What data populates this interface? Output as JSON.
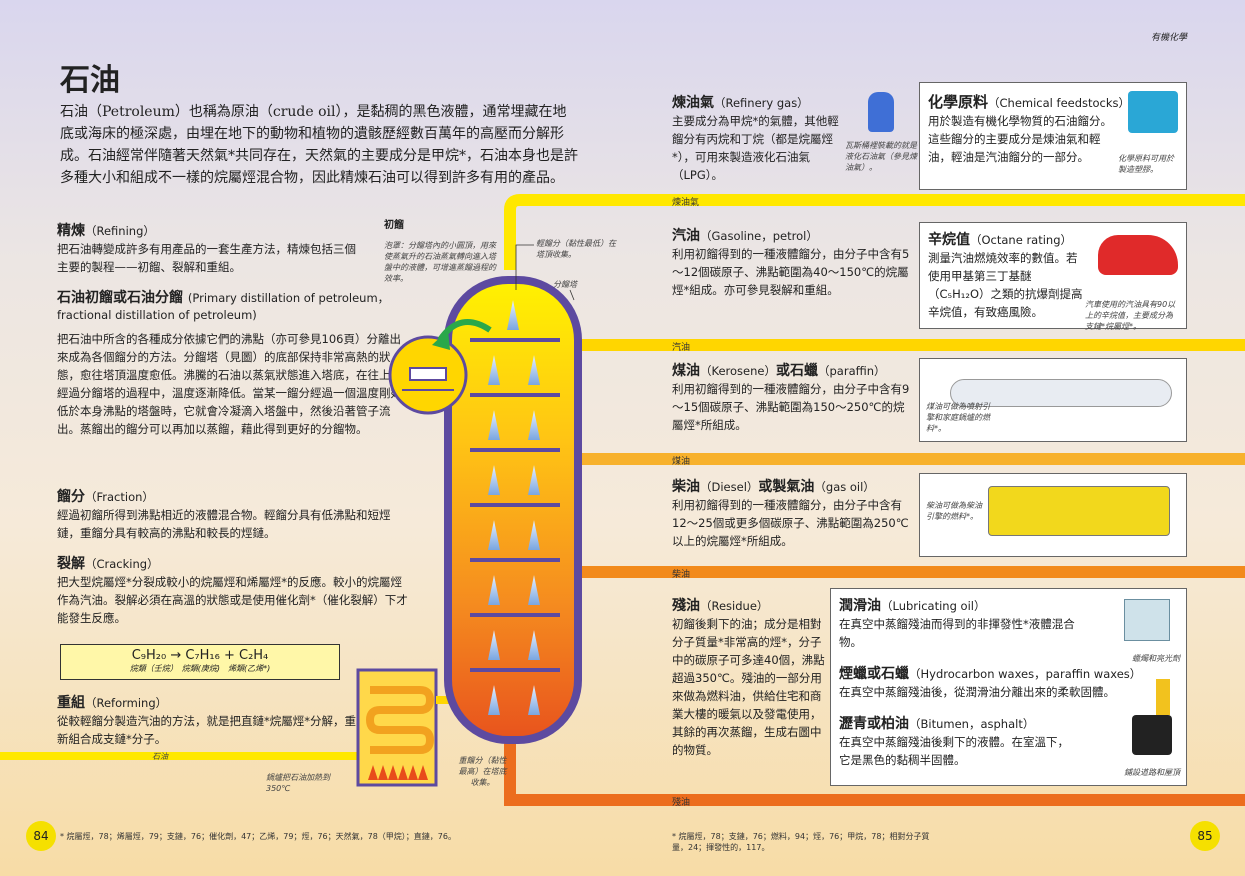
{
  "header_right": "有機化學",
  "title": "石油",
  "intro": "石油（Petroleum）也稱為原油（crude oil），是黏稠的黑色液體，通常埋藏在地底或海床的極深處，由埋在地下的動物和植物的遺骸歷經數百萬年的高壓而分解形成。石油經常伴隨著天然氣*共同存在，天然氣的主要成分是甲烷*，石油本身也是許多種大小和組成不一樣的烷屬烴混合物，因此精煉石油可以得到許多有用的產品。",
  "refining": {
    "title": "精煉",
    "en": "（Refining）",
    "body": "把石油轉變成許多有用產品的一套生產方法，精煉包括三個主要的製程——初餾、裂解和重組。"
  },
  "primary": {
    "title": "石油初餾或石油分餾",
    "en": "(Primary distillation of petroleum，",
    "en2": "fractional distillation of petroleum)",
    "body": "把石油中所含的各種成分依據它們的沸點（亦可參見106頁）分離出來成為各個餾分的方法。分餾塔（見圖）的底部保持非常高熱的狀態，愈往塔頂溫度愈低。沸騰的石油以蒸氣狀態進入塔底，在往上升經過分餾塔的過程中，溫度逐漸降低。當某一餾分經過一個溫度剛好低於本身沸點的塔盤時，它就會冷凝滴入塔盤中，然後沿著管子流出。蒸餾出的餾分可以再加以蒸餾，藉此得到更好的分餾物。"
  },
  "fraction": {
    "title": "餾分",
    "en": "（Fraction）",
    "body": "經過初餾所得到沸點相近的液體混合物。輕餾分具有低沸點和短烴鏈，重餾分具有較高的沸點和較長的烴鏈。"
  },
  "cracking": {
    "title": "裂解",
    "en": "（Cracking）",
    "body": "把大型烷屬烴*分裂成較小的烷屬烴和烯屬烴*的反應。較小的烷屬烴作為汽油。裂解必須在高溫的狀態或是使用催化劑*（催化裂解）下才能發生反應。"
  },
  "equation": {
    "formula": "C₉H₂₀ → C₇H₁₆ + C₂H₄",
    "labels": "烷類（壬烷）　烷類(庚烷)　烯類(乙烯*)"
  },
  "reforming": {
    "title": "重組",
    "en": "（Reforming）",
    "body": "從較輕餾分製造汽油的方法，就是把直鏈*烷屬烴*分解，重新組合成支鏈*分子。"
  },
  "diagram": {
    "chuliu": "初餾",
    "bubble_note": "泡罩：分餾塔內的小圓頂，用來使蒸氣升的石油蒸氣轉向進入塔盤中的液體，可增進蒸餾過程的效率。",
    "light_fraction": "輕餾分（黏性最低）在塔頂收集。",
    "column_label": "分餾塔",
    "heavy_fraction": "重餾分（黏性最高）在塔底收集。",
    "furnace_note": "鍋爐把石油加熱到350℃",
    "oil_in": "石油",
    "streams": [
      "煉油氣",
      "汽油",
      "煤油",
      "柴油",
      "殘油"
    ]
  },
  "products": {
    "refinery_gas": {
      "title": "煉油氣",
      "en": "（Refinery gas）",
      "body": "主要成分為甲烷*的氣體，其他輕餾分有丙烷和丁烷（都是烷屬烴*），可用來製造液化石油氣（LPG）。",
      "note": "瓦斯桶裡裝載的就是液化石油氣（參見煉油氣）。"
    },
    "feedstocks": {
      "title": "化學原料",
      "en": "（Chemical feedstocks）",
      "body": "用於製造有機化學物質的石油餾分。這些餾分的主要成分是煉油氣和輕油，輕油是汽油餾分的一部分。",
      "note": "化學原料可用於製造塑膠。"
    },
    "gasoline": {
      "title": "汽油",
      "en": "（Gasoline，petrol）",
      "body": "利用初餾得到的一種液體餾分，由分子中含有5～12個碳原子、沸點範圍為40～150℃的烷屬烴*組成。亦可參見裂解和重組。"
    },
    "octane": {
      "title": "辛烷值",
      "en": "（Octane rating）",
      "body": "測量汽油燃燒效率的數值。若使用甲基第三丁基醚（C₅H₁₂O）之類的抗爆劑提高辛烷值，有致癌風險。",
      "note": "汽車使用的汽油具有90以上的辛烷值，主要成分為支鏈*烷屬烴*。"
    },
    "kerosene": {
      "title": "煤油",
      "en": "（Kerosene）",
      "title2": "或石蠟",
      "en2": "（paraffin）",
      "body": "利用初餾得到的一種液體餾分，由分子中含有9～15個碳原子、沸點範圍為150～250℃的烷屬烴*所組成。",
      "note": "煤油可做為噴射引擎和家庭鍋爐的燃料*。"
    },
    "diesel": {
      "title": "柴油",
      "en": "（Diesel）",
      "title2": "或製氣油",
      "en2": "（gas oil）",
      "body": "利用初餾得到的一種液體餾分，由分子中含有12～25個或更多個碳原子、沸點範圍為250℃以上的烷屬烴*所組成。",
      "note": "柴油可做為柴油引擎的燃料*。"
    },
    "residue": {
      "title": "殘油",
      "en": "（Residue）",
      "body": "初餾後剩下的油；成分是相對分子質量*非常高的烴*，分子中的碳原子可多達40個，沸點超過350℃。殘油的一部分用來做為燃料油，供給住宅和商業大樓的暖氣以及發電使用，其餘的再次蒸餾，生成右圖中的物質。"
    },
    "lube": {
      "title": "潤滑油",
      "en": "（Lubricating oil）",
      "body": "在真空中蒸餾殘油而得到的非揮發性*液體混合物。",
      "note": "蠟燭和亮光劑"
    },
    "wax": {
      "title": "煙蠟或石蠟",
      "en": "（Hydrocarbon waxes，paraffin waxes）",
      "body": "在真空中蒸餾殘油後，從潤滑油分離出來的柔軟固體。"
    },
    "bitumen": {
      "title": "瀝青或柏油",
      "en": "（Bitumen，asphalt）",
      "body": "在真空中蒸餾殘油後剩下的液體。在室溫下，它是黑色的黏稠半固體。",
      "note": "鋪設道路和屋頂"
    }
  },
  "footer": {
    "page_left": "84",
    "page_right": "85",
    "index_left": "* 烷屬烴，78；烯屬烴，79；支鏈，76；催化劑，47；乙烯，79；烴，76；天然氣，78（甲烷）；直鏈，76。",
    "index_right": "* 烷屬烴，78；支鏈，76；燃料，94；烴，76；甲烷，78；相對分子質量，24；揮發性的，117。"
  },
  "colors": {
    "gas": "#ffe800",
    "gasoline": "#ffd600",
    "kerosene": "#f7b12c",
    "diesel": "#f28a1c",
    "residue": "#ec6d1e",
    "column_border": "#5d4aa0"
  }
}
